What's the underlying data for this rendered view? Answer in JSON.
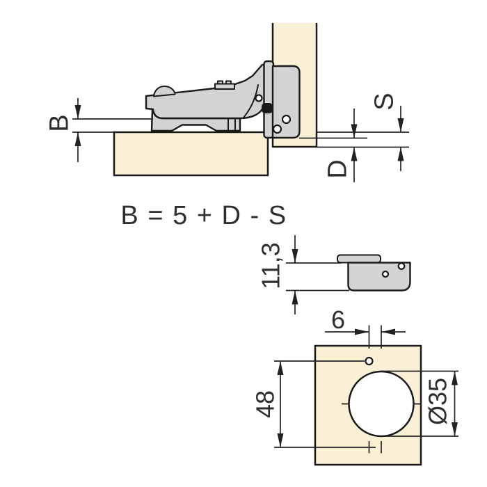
{
  "diagram": {
    "type": "hinge-installation-technical-drawing",
    "colors": {
      "background": "#ffffff",
      "panel_fill": "#faf0d5",
      "hinge_fill": "#d3d3d3",
      "outline": "#1a1a1a",
      "dimension_line": "#222222",
      "text": "#2e2e2e"
    },
    "cross_section": {
      "gap_label": "B",
      "overlay_label": "S",
      "drilling_label": "D"
    },
    "formula": "B = 5 + D - S",
    "cup_side_view": {
      "depth_label": "11,3"
    },
    "drilling_template": {
      "edge_distance_label": "6",
      "hole_spacing_label": "48",
      "cup_diameter_label": "Ø35"
    }
  }
}
